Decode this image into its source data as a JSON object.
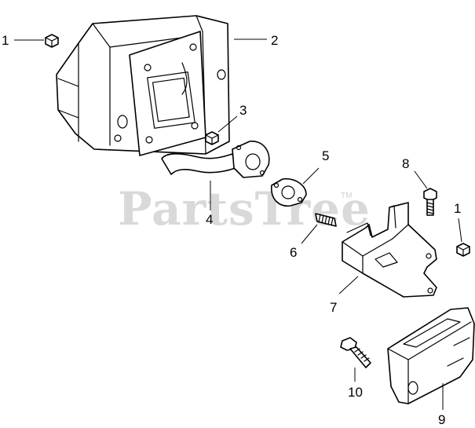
{
  "watermark": {
    "text": "PartsTree",
    "tm": "TM"
  },
  "callouts": {
    "c1a": "1",
    "c1b": "1",
    "c2": "2",
    "c3": "3",
    "c4": "4",
    "c5": "5",
    "c6": "6",
    "c7": "7",
    "c8": "8",
    "c9": "9",
    "c10": "10"
  }
}
